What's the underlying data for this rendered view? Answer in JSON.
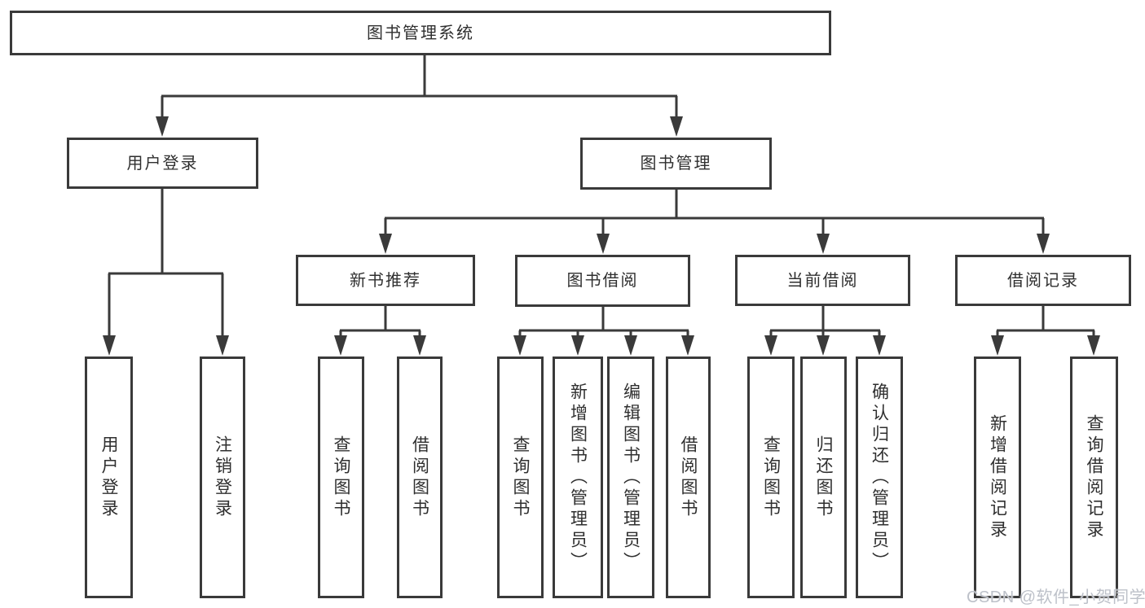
{
  "diagram": {
    "title": "图书管理系统",
    "colors": {
      "line": "#3a3a3a",
      "text": "#2f2f2f",
      "background": "#ffffff",
      "watermark": "#bdc1c9"
    },
    "nodes": {
      "root": "图书管理系统",
      "level2": [
        "用户登录",
        "图书管理"
      ],
      "level3": [
        "新书推荐",
        "图书借阅",
        "当前借阅",
        "借阅记录"
      ],
      "leaves": [
        "用户登录",
        "注销登录",
        "查询图书",
        "借阅图书",
        "查询图书",
        "新增图书（管理员）",
        "编辑图书（管理员）",
        "借阅图书",
        "查询图书",
        "归还图书",
        "确认归还（管理员）",
        "新增借阅记录",
        "查询借阅记录"
      ]
    }
  },
  "watermark": {
    "text": "CSDN @软件_小贺同学"
  }
}
